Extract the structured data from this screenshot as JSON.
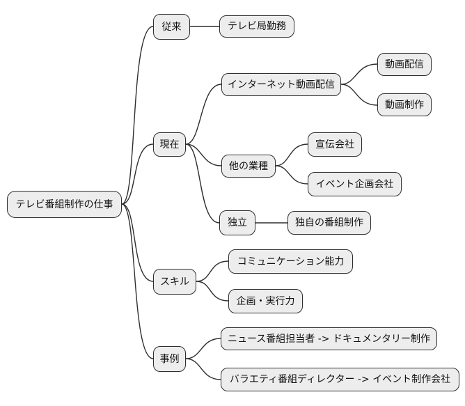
{
  "mindmap": {
    "root": "テレビ番組制作の仕事",
    "branches": [
      {
        "label": "従来",
        "children": [
          {
            "label": "テレビ局勤務"
          }
        ]
      },
      {
        "label": "現在",
        "children": [
          {
            "label": "インターネット動画配信",
            "children": [
              {
                "label": "動画配信"
              },
              {
                "label": "動画制作"
              }
            ]
          },
          {
            "label": "他の業種",
            "children": [
              {
                "label": "宣伝会社"
              },
              {
                "label": "イベント企画会社"
              }
            ]
          },
          {
            "label": "独立",
            "children": [
              {
                "label": "独自の番組制作"
              }
            ]
          }
        ]
      },
      {
        "label": "スキル",
        "children": [
          {
            "label": "コミュニケーション能力"
          },
          {
            "label": "企画・実行力"
          }
        ]
      },
      {
        "label": "事例",
        "children": [
          {
            "label": "ニュース番組担当者 -> ドキュメンタリー制作"
          },
          {
            "label": "バラエティ番組ディレクター -> イベント制作会社"
          }
        ]
      }
    ],
    "colors": {
      "background": "#ffffff",
      "node_fill": "#ededed",
      "node_border": "#2e2e2e",
      "edge": "#2e2e2e",
      "text": "#111111"
    }
  }
}
